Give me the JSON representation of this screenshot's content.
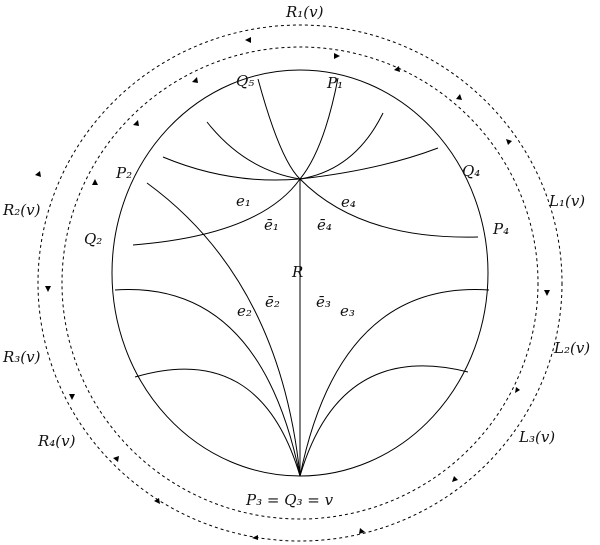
{
  "labels": {
    "R1": "R₁(v)",
    "R2": "R₂(v)",
    "R3": "R₃(v)",
    "R4": "R₄(v)",
    "L1": "L₁(v)",
    "L2": "L₂(v)",
    "L3": "L₃(v)",
    "P1": "P₁",
    "P2": "P₂",
    "P4": "P₄",
    "Q2": "Q₂",
    "Q4": "Q₄",
    "Q5": "Q₅",
    "bottom": "P₃ = Q₃ = v",
    "region": "R",
    "e1": "e₁",
    "e2": "e₂",
    "e3": "e₃",
    "e4": "e₄",
    "ebar1": "ē₁",
    "ebar2": "ē₂",
    "ebar3": "ē₃",
    "ebar4": "ē₄"
  }
}
